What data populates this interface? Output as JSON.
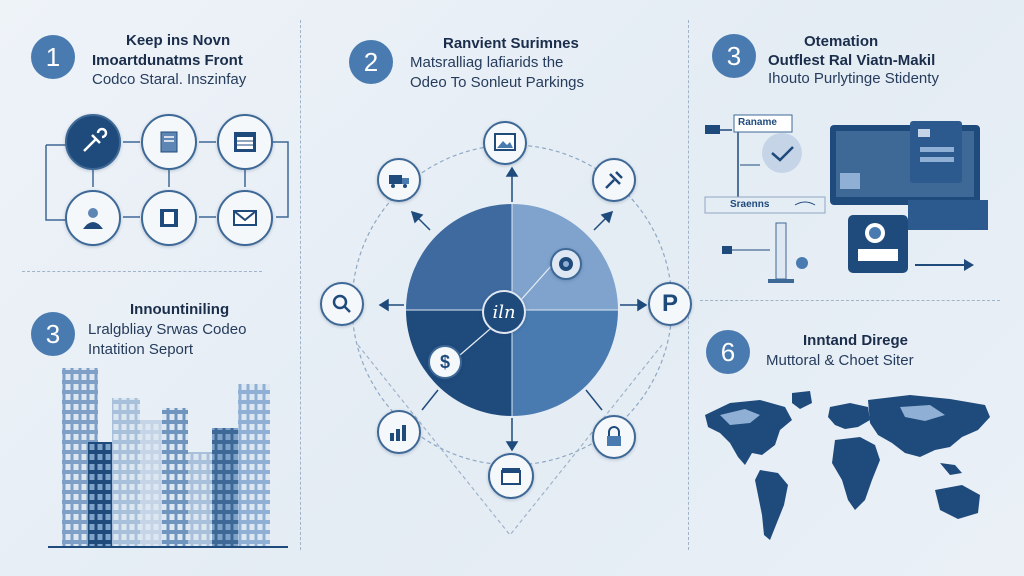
{
  "panel1": {
    "number": "1",
    "title_line1": "Keep ins Novn",
    "title_line2": "Imoartdunatms Front",
    "subtitle": "Codco Staral. Inszinfay",
    "icons": [
      "tools-icon",
      "document-icon",
      "calendar-icon",
      "person-icon",
      "book-icon",
      "mail-icon"
    ]
  },
  "panel2": {
    "number": "2",
    "title": "Ranvient Surimnes",
    "subtitle_line1": "Matsralliag lafiarids the",
    "subtitle_line2": "Odeo To Sonleut Parkings",
    "center_label": "iln",
    "icons": [
      "image-icon",
      "truck-icon",
      "satellite-icon",
      "search-icon",
      "dollar-icon",
      "chart-icon",
      "box-icon",
      "lock-icon",
      "network-icon",
      "p-icon"
    ]
  },
  "panel3a": {
    "number": "3",
    "title": "Otemation",
    "subtitle_line1": "Outflest Ral Viatn-Makil",
    "subtitle_line2": "Ihouto Purlytinge Stidenty",
    "label_top": "Raname",
    "label_mid": "Sraenns"
  },
  "panel3b": {
    "number": "3",
    "title": "Innountiniling",
    "subtitle_line1": "Lralgbliay Srwas Codeo",
    "subtitle_line2": "Intatition Seport"
  },
  "panel6": {
    "number": "6",
    "title": "Inntand Direge",
    "subtitle": "Muttoral & Choet Siter"
  },
  "colors": {
    "primary": "#1f4a7c",
    "accent": "#4a7bb0",
    "light": "#8fb0d4",
    "background": "#e8eff6"
  }
}
